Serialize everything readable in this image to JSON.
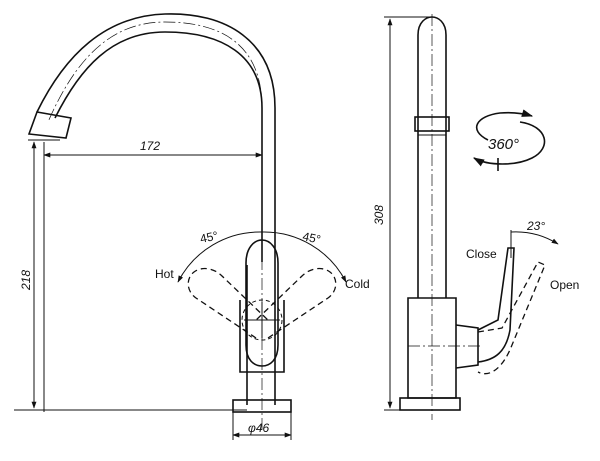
{
  "dimensions": {
    "spout_reach": "172",
    "spout_height": "218",
    "total_height": "308",
    "base_diameter": "φ46",
    "hot_angle": "45°",
    "cold_angle": "45°",
    "rotation": "360°",
    "lever_angle": "23°"
  },
  "labels": {
    "hot": "Hot",
    "cold": "Cold",
    "close": "Close",
    "open": "Open"
  },
  "colors": {
    "line": "#111111",
    "background": "#ffffff"
  }
}
